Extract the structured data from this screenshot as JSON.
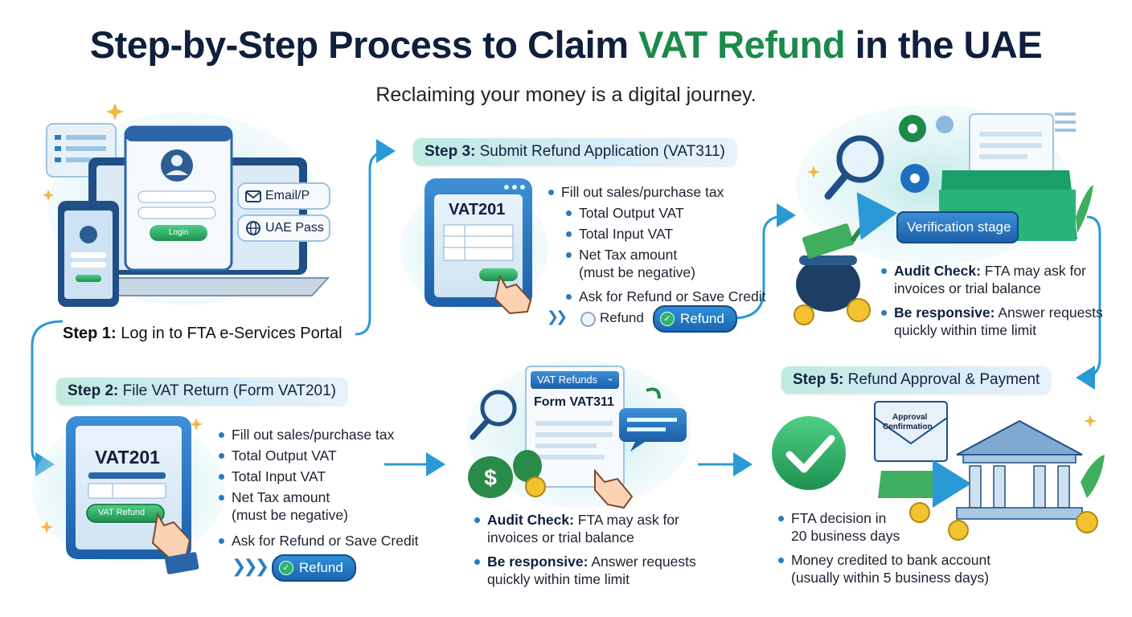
{
  "header": {
    "title_part1": "Step-by-Step Process to Claim ",
    "title_accent": "VAT Refund",
    "title_part2": " in the UAE",
    "subtitle": "Reclaiming your money is a digital journey."
  },
  "step1": {
    "label": "Step 1:",
    "text": " Log in to FTA e-Services Portal",
    "login_button": "Login",
    "option_email": "Email/P",
    "option_uaepass": "UAE Pass"
  },
  "step2": {
    "label": "Step 2:",
    "text": " File VAT Return (Form VAT201)",
    "screen_title": "VAT201",
    "screen_button": "VAT Refund",
    "bullets": [
      "Fill out sales/purchase tax",
      "Total Output VAT",
      "Total Input VAT",
      "Net Tax amount",
      "(must be negative)",
      "Ask for Refund or Save Credit"
    ],
    "refund_button": "Refund"
  },
  "step3": {
    "label": "Step 3:",
    "text": " Submit Refund Application (VAT311)",
    "screen_title": "VAT201",
    "bullets": [
      "Fill out sales/purchase tax",
      "Total Output VAT",
      "Total Input VAT",
      "Net Tax amount",
      "(must be negative)",
      "Ask for Refund or Save Credit"
    ],
    "radio_label": "Refund",
    "refund_button": "Refund"
  },
  "step_mid": {
    "dropdown_label": "VAT Refunds",
    "form_title": "Form VAT311",
    "audit_label": "Audit Check:",
    "audit_text": " FTA may ask for",
    "audit_text2": "invoices or trial balance",
    "resp_label": "Be responsive:",
    "resp_text": " Answer requests",
    "resp_text2": "quickly within time limit"
  },
  "step4": {
    "banner": "Verification stage",
    "audit_label": "Audit Check:",
    "audit_text": " FTA may ask for",
    "audit_text2": "invoices or trial balance",
    "resp_label": "Be responsive:",
    "resp_text": " Answer requests",
    "resp_text2": "quickly within time limit"
  },
  "step5": {
    "label": "Step 5:",
    "text": " Refund Approval & Payment",
    "envelope_line1": "Approval",
    "envelope_line2": "Cenfirmation",
    "bullets": [
      "FTA decision in",
      "20 business days",
      "Money credited to bank account",
      "(usually within 5 business days)"
    ]
  },
  "colors": {
    "navy": "#0f1f3d",
    "accent_green": "#1b8a4b",
    "flow_blue": "#2a9ad6",
    "teal_pill": "#bfeae0"
  }
}
